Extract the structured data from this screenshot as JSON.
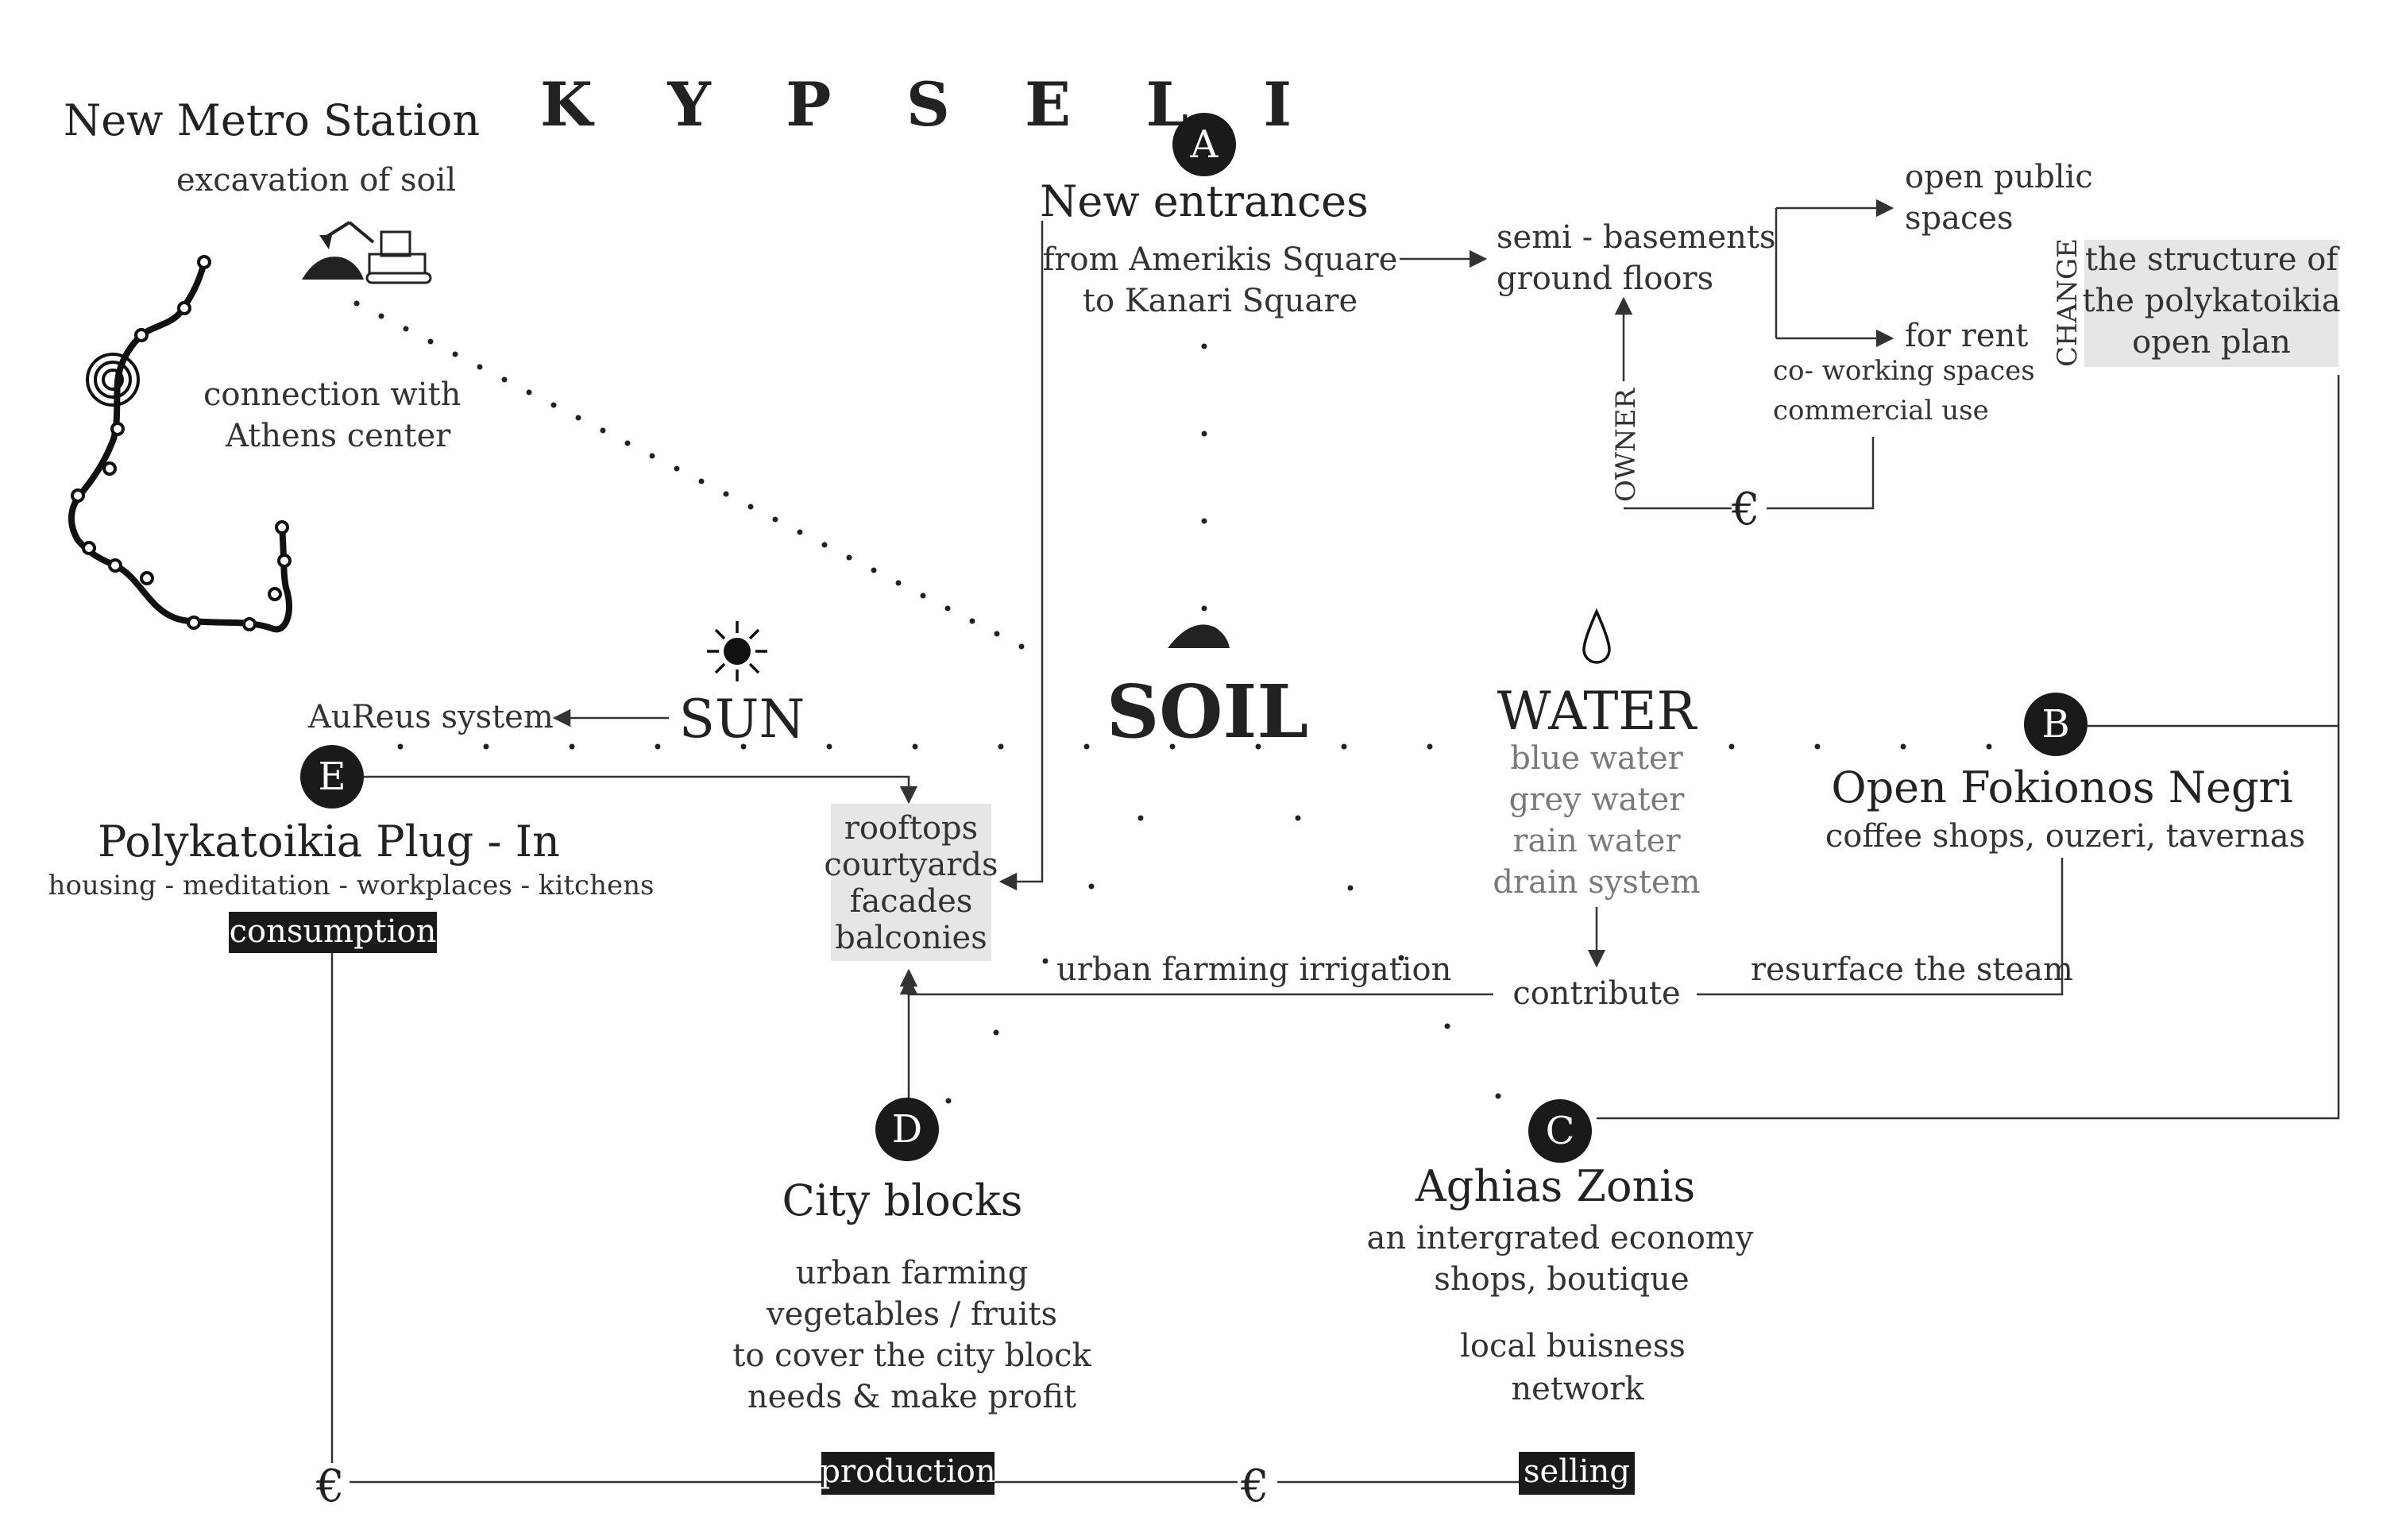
{
  "title": "K Y P S E L I",
  "metro": {
    "title": "New Metro Station",
    "excavation": "excavation of soil",
    "connection_line1": "connection with",
    "connection_line2": "Athens center"
  },
  "node_a": {
    "letter": "A",
    "title": "New entrances",
    "line1": "from Amerikis Square",
    "line2": "to Kanari Square",
    "target_line1": "semi - basements",
    "target_line2": "ground floors",
    "owner": "OWNER",
    "euro": "€",
    "open_public_1": "open public",
    "open_public_2": "spaces",
    "for_rent": "for rent",
    "coworking": "co- working spaces",
    "commercial": "commercial use",
    "change": "CHANGE",
    "structure_1": "the structure of",
    "structure_2": "the polykatoikia",
    "structure_3": "open plan"
  },
  "sun": {
    "label": "SUN",
    "system": "AuReus system"
  },
  "soil": {
    "label": "SOIL"
  },
  "water": {
    "label": "WATER",
    "items": [
      "blue water",
      "grey water",
      "rain water",
      "drain system"
    ],
    "contribute": "contribute",
    "irrigation": "urban farming irrigation",
    "resurface": "resurface the steam"
  },
  "node_b": {
    "letter": "B",
    "title": "Open Fokionos Negri",
    "subtitle": "coffee shops, ouzeri, tavernas"
  },
  "node_c": {
    "letter": "C",
    "title": "Aghias Zonis",
    "line1": "an intergrated economy",
    "line2": "shops, boutique",
    "line3": "local buisness",
    "line4": "network",
    "tag": "selling",
    "euro": "€"
  },
  "node_d": {
    "letter": "D",
    "title": "City blocks",
    "lines": [
      "urban farming",
      "vegetables / fruits",
      "to cover the city block",
      "needs & make profit"
    ],
    "tag": "production"
  },
  "node_e": {
    "letter": "E",
    "title": "Polykatoikia Plug - In",
    "subtitle": "housing - meditation - workplaces - kitchens",
    "tag": "consumption",
    "euro": "€"
  },
  "rooftops": {
    "lines": [
      "rooftops",
      "courtyards",
      "facades",
      "balconies"
    ]
  }
}
